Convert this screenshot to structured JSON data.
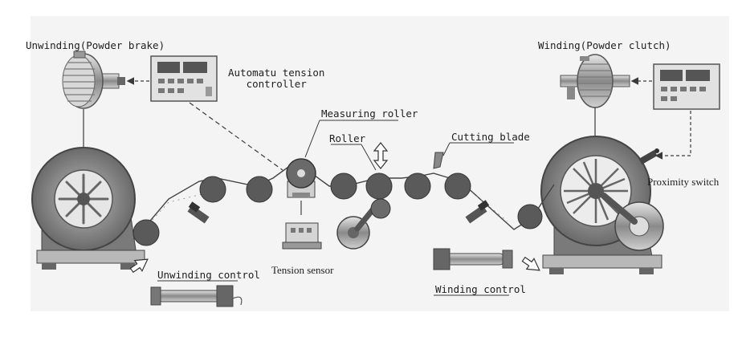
{
  "labels": {
    "unwinding_brake": "Unwinding(Powder brake)",
    "tension_controller": "Automatu tension\ncontroller",
    "measuring_roller": "Measuring roller",
    "roller": "Roller",
    "cutting_blade": "Cutting blade",
    "winding_clutch": "Winding(Powder clutch)",
    "proximity_switch": "Proximity switch",
    "tension_sensor": "Tension sensor",
    "unwinding_control": "Unwinding control",
    "winding_control": "Winding control"
  },
  "colors": {
    "background": "#ffffff",
    "panel": "#f3f3f3",
    "dark": "#4a4a4a",
    "mid": "#9a9a9a",
    "light": "#d4d4d4",
    "line": "#3a3a3a"
  },
  "icons": [
    "powder-brake-icon",
    "powder-clutch-icon",
    "tension-controller-icon",
    "unwind-reel-icon",
    "rewind-reel-icon",
    "guide-roller-icon",
    "measuring-roller-icon",
    "tension-sensor-icon",
    "cutting-blade-icon",
    "edge-sensor-icon",
    "actuator-icon",
    "proximity-switch-icon",
    "double-arrow-icon"
  ]
}
